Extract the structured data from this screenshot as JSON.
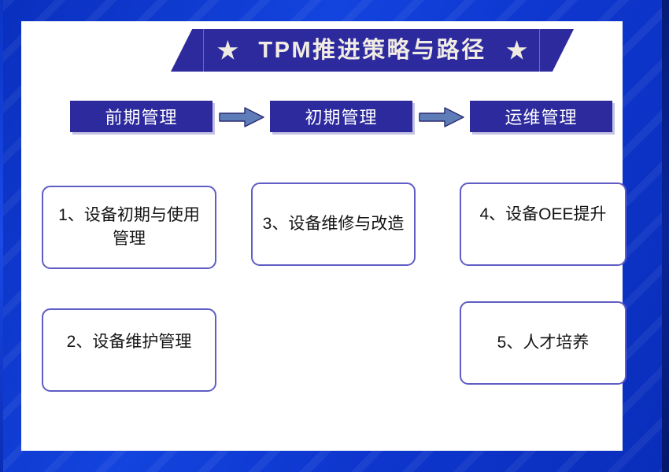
{
  "theme": {
    "frame_blue": "#0b35cc",
    "banner_navy": "#2d2a9e",
    "banner_text_cream": "#f1ece3",
    "card_border_purple": "#605dc4",
    "arrow_fill": "#5d7cb8",
    "arrow_stroke": "#2b2a70",
    "panel_white": "#ffffff"
  },
  "title": {
    "text": "TPM推进策略与路径",
    "left_icon": "star-icon",
    "right_icon": "star-icon"
  },
  "stages": [
    {
      "label": "前期管理"
    },
    {
      "label": "初期管理"
    },
    {
      "label": "运维管理"
    }
  ],
  "arrows": [
    {
      "icon": "arrow-right-icon"
    },
    {
      "icon": "arrow-right-icon"
    }
  ],
  "cards": [
    {
      "id": 1,
      "text": "1、设备初期与使用管理",
      "column": "前期管理"
    },
    {
      "id": 2,
      "text": "2、设备维护管理",
      "column": "前期管理"
    },
    {
      "id": 3,
      "text": "3、设备维修与改造",
      "column": "初期管理"
    },
    {
      "id": 4,
      "text": "4、设备OEE提升",
      "column": "运维管理"
    },
    {
      "id": 5,
      "text": "5、人才培养",
      "column": "运维管理"
    }
  ]
}
